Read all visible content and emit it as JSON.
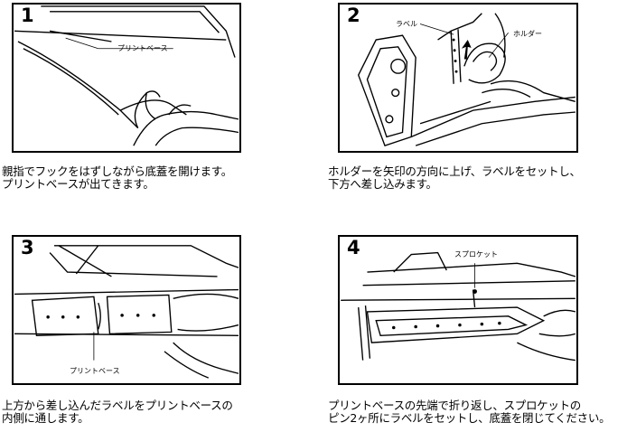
{
  "steps": [
    {
      "number": "1",
      "labels": [
        "プリントベース"
      ],
      "caption": [
        "親指でフックをはずしながら底蓋を開けます。",
        "プリントベースが出てきます。"
      ]
    },
    {
      "number": "2",
      "labels": [
        "ラベル",
        "ホルダー"
      ],
      "caption": [
        "ホルダーを矢印の方向に上げ、ラベルをセットし、",
        "下方へ差し込みます。"
      ]
    },
    {
      "number": "3",
      "labels": [
        "プリントベース"
      ],
      "caption": [
        "上方から差し込んだラベルをプリントベースの",
        "内側に通します。"
      ]
    },
    {
      "number": "4",
      "labels": [
        "スプロケット"
      ],
      "caption": [
        "プリントベースの先端で折り返し、スプロケットの",
        "ピン2ヶ所にラベルをセットし、底蓋を閉じてください。"
      ]
    }
  ]
}
